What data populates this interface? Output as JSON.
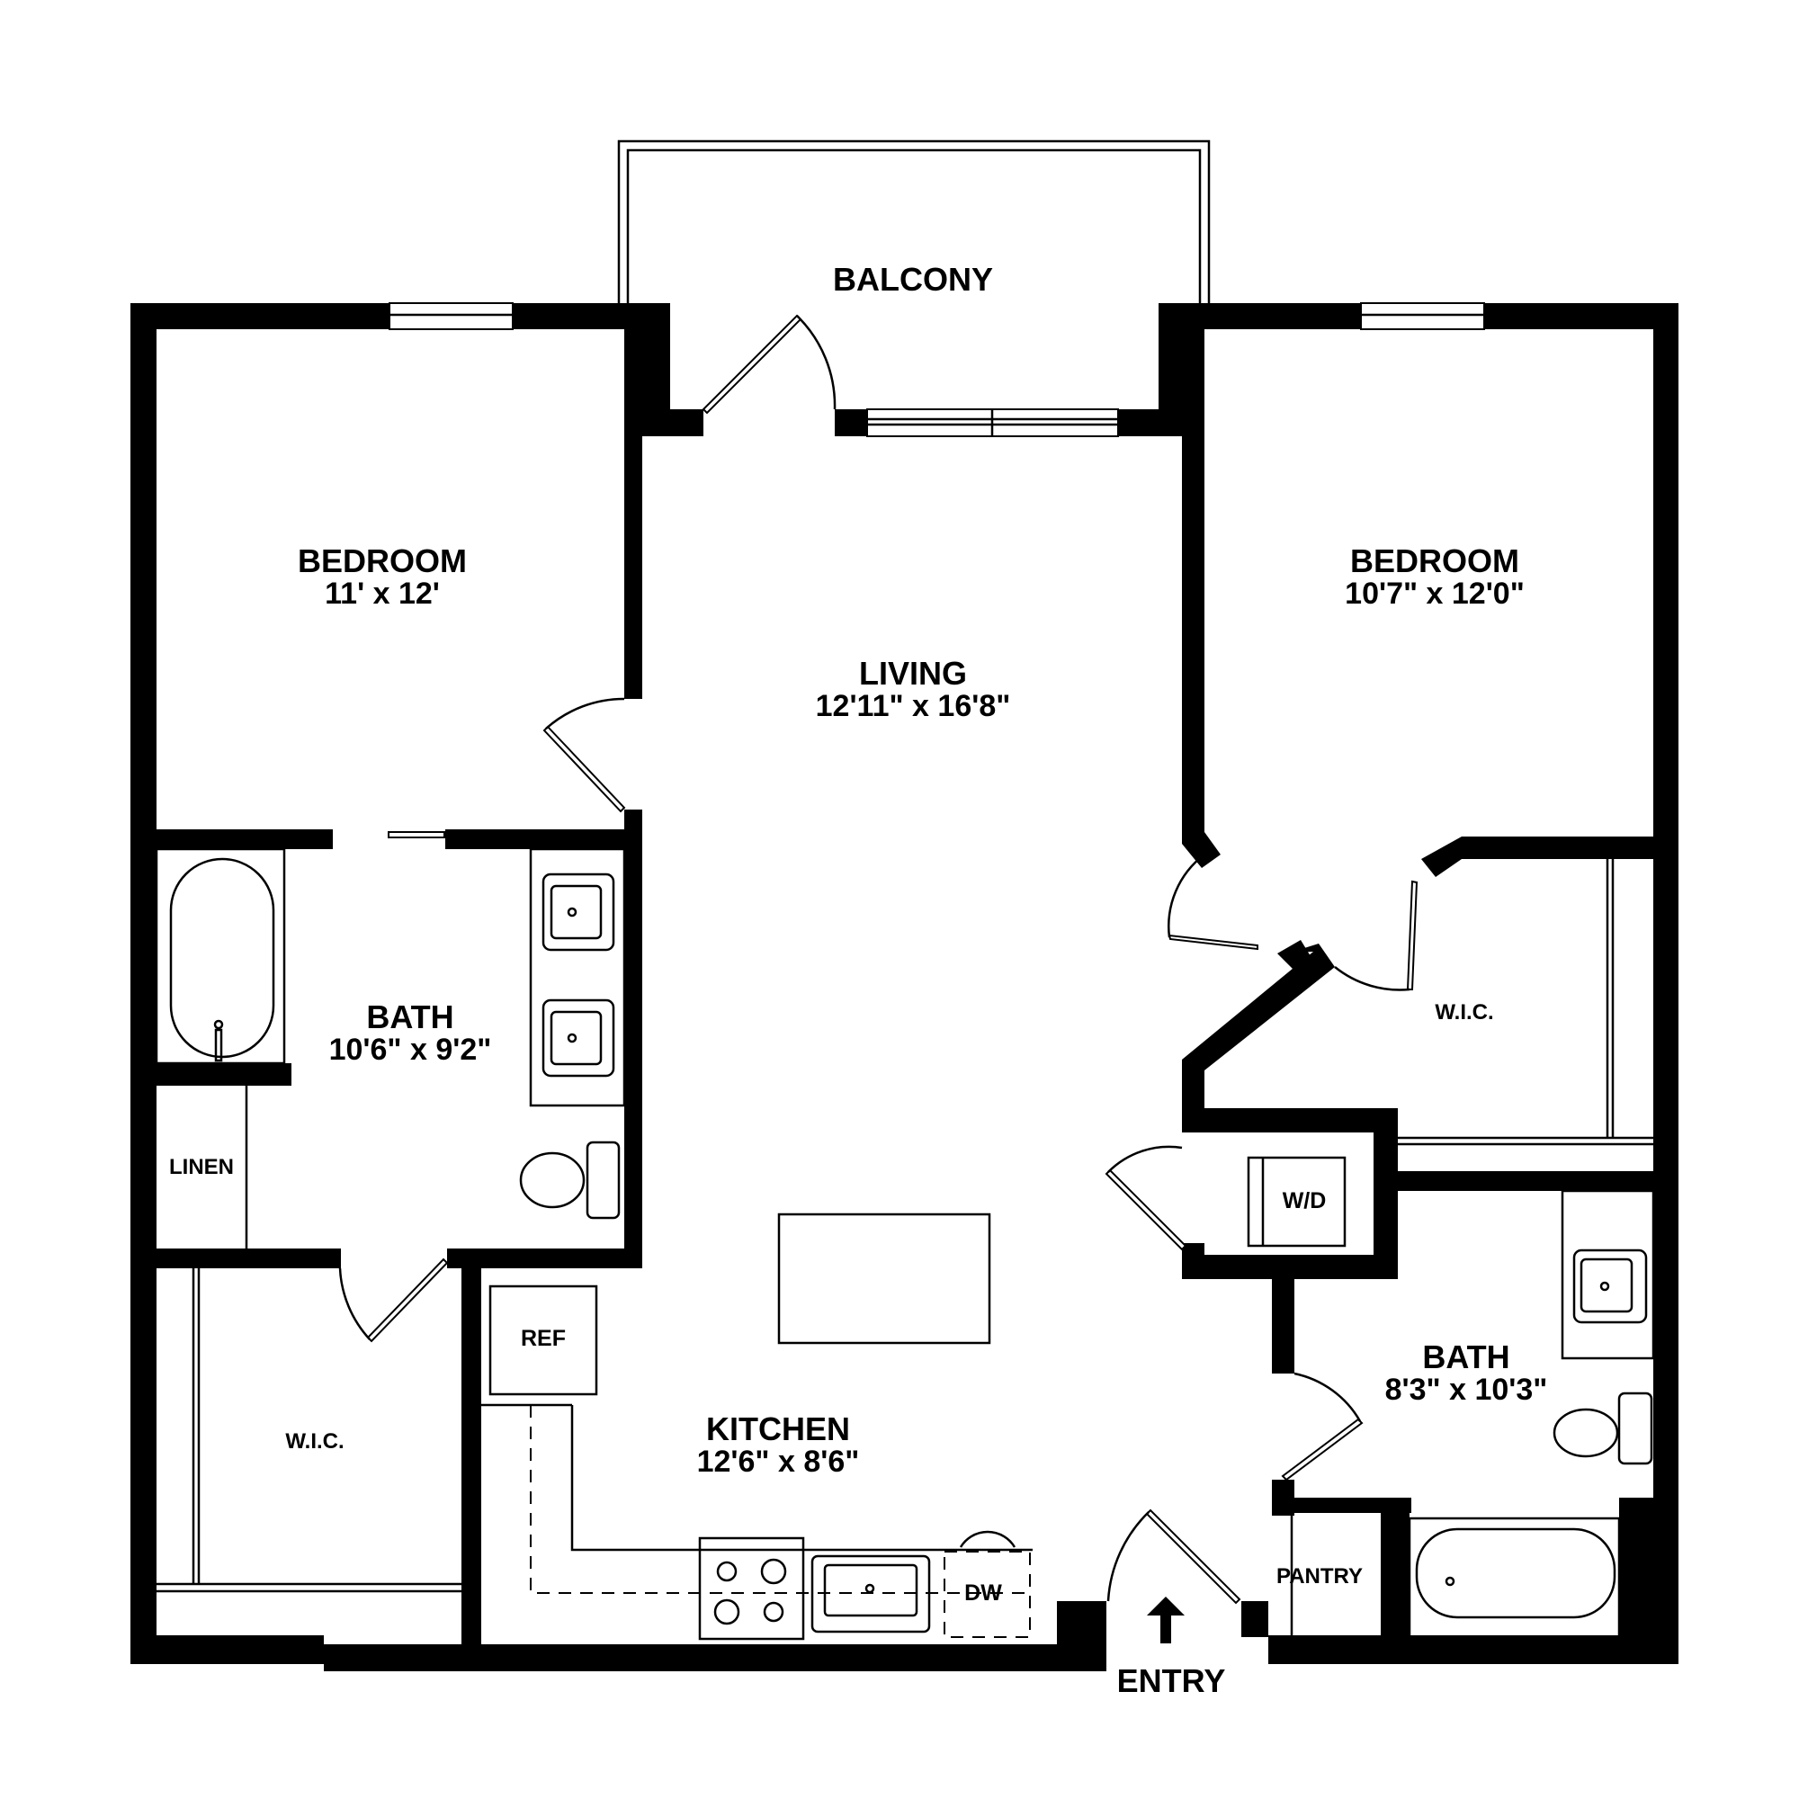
{
  "floorplan": {
    "rooms": [
      {
        "id": "balcony",
        "name": "BALCONY",
        "dims": ""
      },
      {
        "id": "bedroom_left",
        "name": "BEDROOM",
        "dims": "11' x 12'"
      },
      {
        "id": "living",
        "name": "LIVING",
        "dims": "12'11\" x 16'8\""
      },
      {
        "id": "bedroom_right",
        "name": "BEDROOM",
        "dims": "10'7\" x 12'0\""
      },
      {
        "id": "bath_left",
        "name": "BATH",
        "dims": "10'6\" x 9'2\""
      },
      {
        "id": "linen",
        "name": "LINEN",
        "dims": ""
      },
      {
        "id": "wic_left",
        "name": "W.I.C.",
        "dims": ""
      },
      {
        "id": "wic_right",
        "name": "W.I.C.",
        "dims": ""
      },
      {
        "id": "kitchen",
        "name": "KITCHEN",
        "dims": "12'6\" x 8'6\""
      },
      {
        "id": "bath_right",
        "name": "BATH",
        "dims": "8'3\" x 10'3\""
      },
      {
        "id": "pantry",
        "name": "PANTRY",
        "dims": ""
      }
    ],
    "fixtures": {
      "refrigerator": "REF",
      "dishwasher": "DW",
      "washer_dryer": "W/D"
    },
    "entry": {
      "label": "ENTRY",
      "icon": "arrow-up-icon"
    },
    "colors": {
      "wall": "#000000",
      "background": "#ffffff"
    }
  }
}
